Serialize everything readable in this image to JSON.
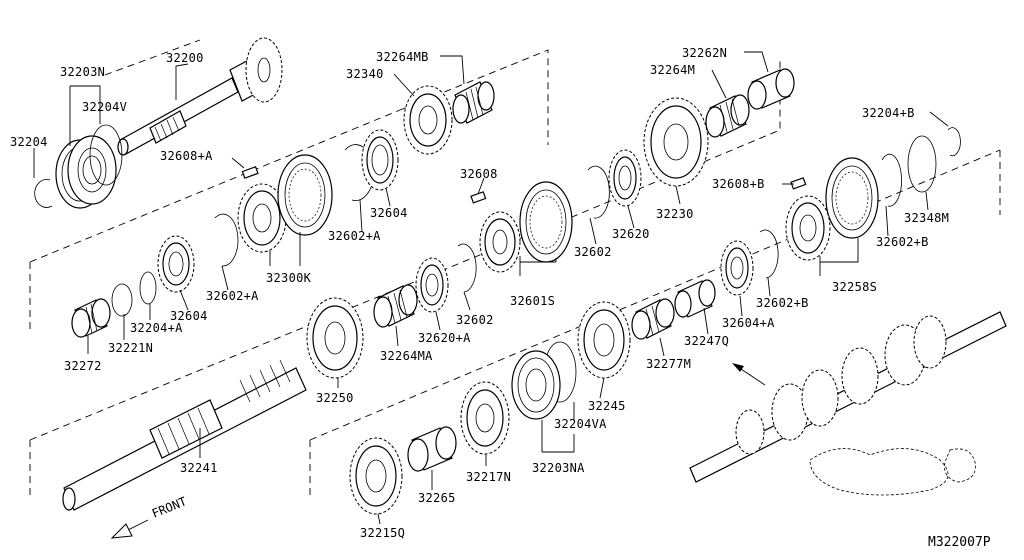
{
  "diagram": {
    "reference_code": "M322007P",
    "front_label": "FRONT",
    "parts": {
      "p32200": "32200",
      "p32203N": "32203N",
      "p32204V": "32204V",
      "p32204": "32204",
      "p32608A": "32608+A",
      "p32264MB": "32264MB",
      "p32340": "32340",
      "p32604_top": "32604",
      "p32602A_top": "32602+A",
      "p32300K": "32300K",
      "p32602A_left": "32602+A",
      "p32604_left": "32604",
      "p32204A": "32204+A",
      "p32221N": "32221N",
      "p32272": "32272",
      "p32262N": "32262N",
      "p32264M": "32264M",
      "p32204B": "32204+B",
      "p32608": "32608",
      "p32230": "32230",
      "p32620": "32620",
      "p32602_mid": "32602",
      "p32608B": "32608+B",
      "p32348M": "32348M",
      "p32602B_right": "32602+B",
      "p32601S": "32601S",
      "p32602_low": "32602",
      "p32620A": "32620+A",
      "p32264MA": "32264MA",
      "p32250": "32250",
      "p32258S": "32258S",
      "p32602B_mid": "32602+B",
      "p32604A": "32604+A",
      "p32247Q": "32247Q",
      "p32277M": "32277M",
      "p32245": "32245",
      "p32204VA": "32204VA",
      "p32203NA": "32203NA",
      "p32217N": "32217N",
      "p32241": "32241",
      "p32265": "32265",
      "p32215Q": "32215Q"
    }
  }
}
